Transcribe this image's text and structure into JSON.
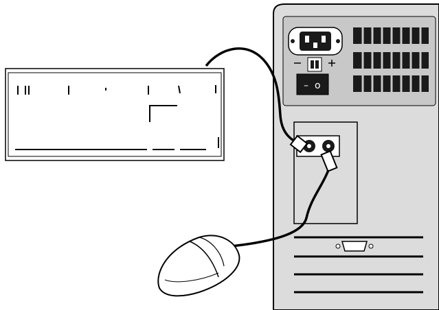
{
  "diagram": {
    "title": "",
    "power_switch": {
      "on_symbol": "–",
      "off_symbol": "o"
    },
    "ports": {
      "left": "keyboard-port",
      "right": "mouse-port"
    },
    "components": [
      "keyboard",
      "computer-tower",
      "mouse"
    ]
  },
  "colors": {
    "background": "#ffffff",
    "line": "#000000",
    "tower_fill": "#dcdcdc",
    "panel_fill": "#c8c8c8",
    "dark_fill": "#1a1a1a",
    "keyboard_fill": "#ffffff"
  }
}
